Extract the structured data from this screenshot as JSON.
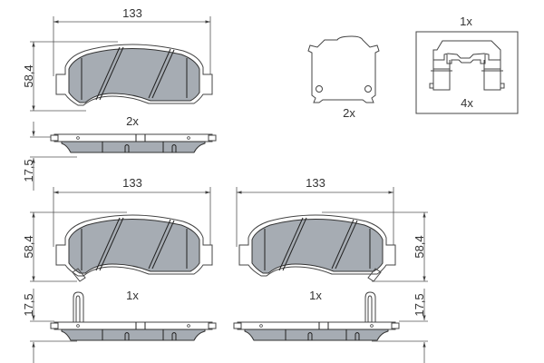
{
  "colors": {
    "pad_fill": "#a6acb3",
    "line": "#444444",
    "background": "#ffffff"
  },
  "top_left_pad": {
    "width_label": "133",
    "height_label": "58,4",
    "quantity": "2x",
    "thickness_label": "17,5"
  },
  "shim": {
    "quantity": "2x"
  },
  "clip_kit": {
    "kit_quantity": "1x",
    "clip_quantity": "4x"
  },
  "bottom_left_pad": {
    "width_label": "133",
    "height_label": "58,4",
    "quantity": "1x",
    "thickness_label": "17,5"
  },
  "bottom_right_pad": {
    "width_label": "133",
    "height_label": "58,4",
    "quantity": "1x",
    "thickness_label": "17,5"
  }
}
